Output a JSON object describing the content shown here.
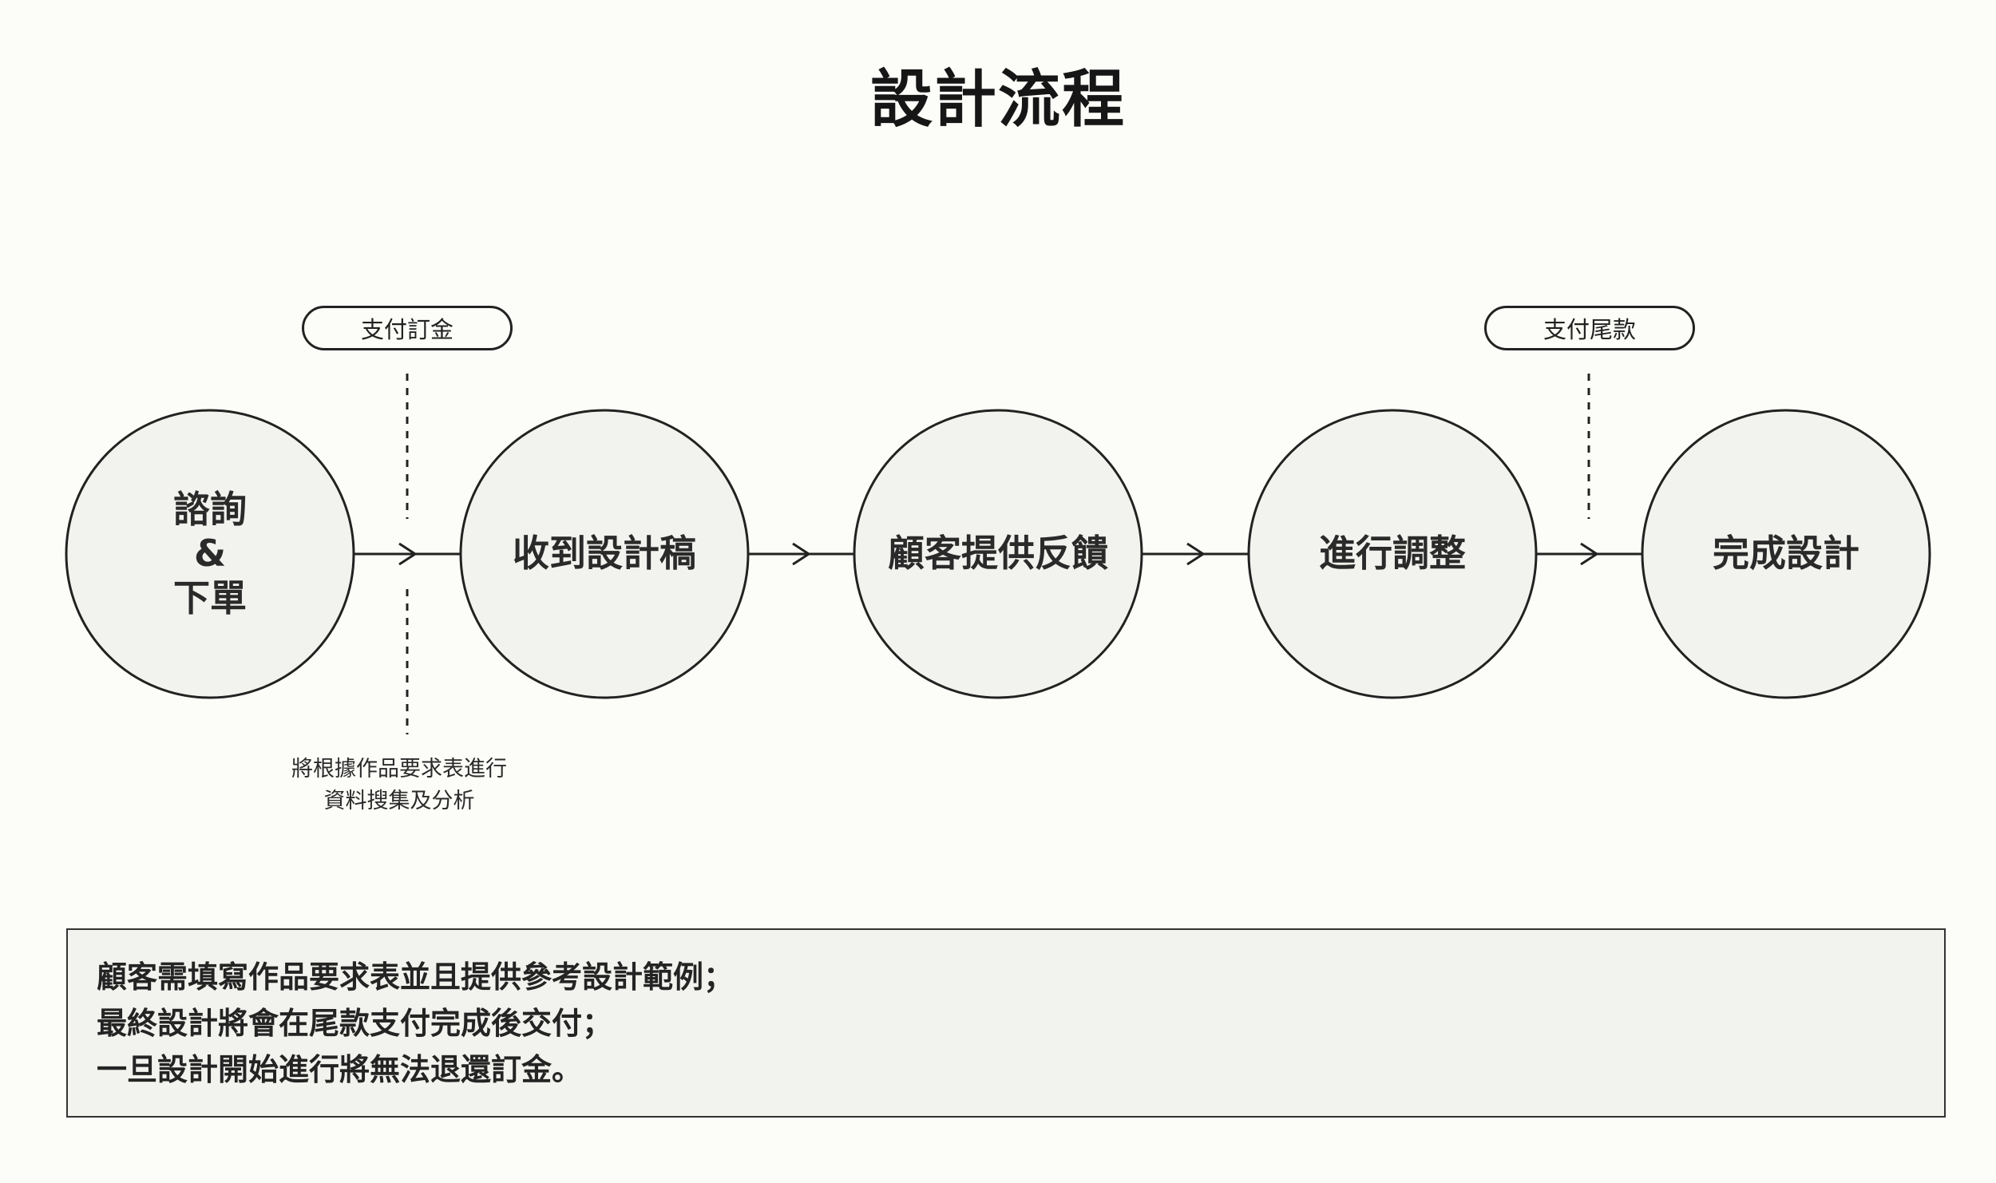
{
  "title": "設計流程",
  "payments": {
    "deposit": "支付訂金",
    "final": "支付尾款"
  },
  "steps": [
    {
      "lines": [
        "諮詢",
        "&",
        "下單"
      ]
    },
    {
      "lines": [
        "收到設計稿"
      ]
    },
    {
      "lines": [
        "顧客提供反饋"
      ]
    },
    {
      "lines": [
        "進行調整"
      ]
    },
    {
      "lines": [
        "完成設計"
      ]
    }
  ],
  "note": {
    "lines": [
      "將根據作品要求表進行",
      "資料搜集及分析"
    ]
  },
  "terms": [
    "顧客需填寫作品要求表並且提供參考設計範例；",
    "最終設計將會在尾款支付完成後交付；",
    "一旦設計開始進行將無法退還訂金。"
  ],
  "colors": {
    "background": "#fcfcf8",
    "circle_fill": "#f2f2ee",
    "stroke": "#222222"
  }
}
